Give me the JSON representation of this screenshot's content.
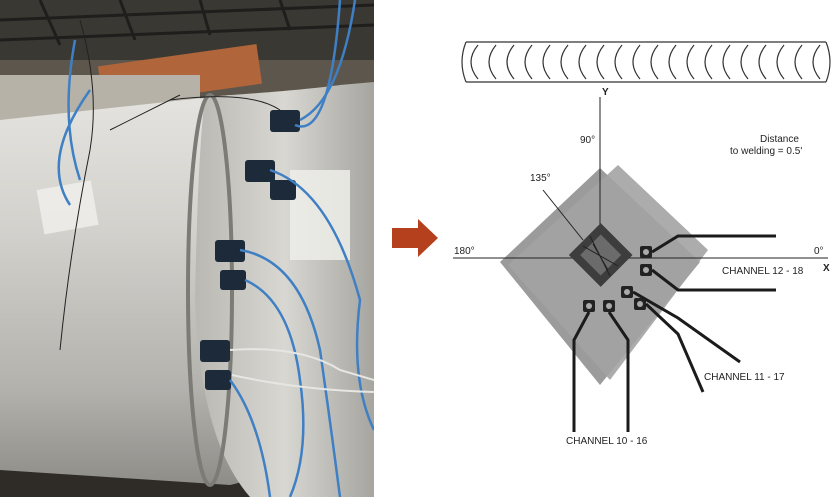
{
  "diagram": {
    "axis_y": "Y",
    "axis_x": "X",
    "angle_90": "90°",
    "angle_135": "135°",
    "angle_180": "180°",
    "angle_0": "0°",
    "distance_note_line1": "Distance",
    "distance_note_line2": "to welding = 0.5'",
    "channel_a": "CHANNEL 12 - 18",
    "channel_b": "CHANNEL 11 - 17",
    "channel_c": "CHANNEL 10 - 16"
  },
  "colors": {
    "arrow": "#b5401e",
    "gauge_plate": "#9b9b9b",
    "pipe_metal": "#c9c9c6",
    "cable_blue": "#3f7fc4"
  },
  "icons": {
    "arrow": "right-arrow-icon"
  }
}
